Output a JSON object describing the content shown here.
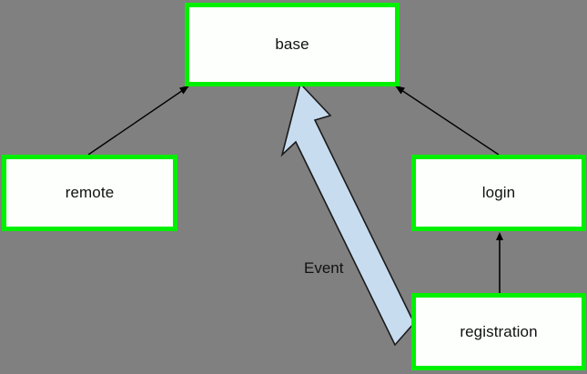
{
  "diagram": {
    "type": "class-inheritance-diagram",
    "background_color": "#808080",
    "node_fill_color": "#fcfffc",
    "node_border_color": "#00f000",
    "edge_color": "#000000",
    "event_arrow_fill": "#c8dcf0",
    "event_arrow_stroke": "#1a1a1a",
    "nodes": [
      {
        "id": "base",
        "label": "base"
      },
      {
        "id": "remote",
        "label": "remote"
      },
      {
        "id": "login",
        "label": "login"
      },
      {
        "id": "registration",
        "label": "registration"
      }
    ],
    "edges": [
      {
        "id": "remote-to-base",
        "from": "remote",
        "to": "base",
        "label": "",
        "style": "thin-arrow"
      },
      {
        "id": "login-to-base",
        "from": "login",
        "to": "base",
        "label": "",
        "style": "thin-arrow"
      },
      {
        "id": "registration-to-login",
        "from": "registration",
        "to": "login",
        "label": "",
        "style": "thin-arrow"
      },
      {
        "id": "registration-to-base",
        "from": "registration",
        "to": "base",
        "label": "Event",
        "style": "block-arrow"
      }
    ],
    "labels": {
      "event": "Event"
    }
  }
}
